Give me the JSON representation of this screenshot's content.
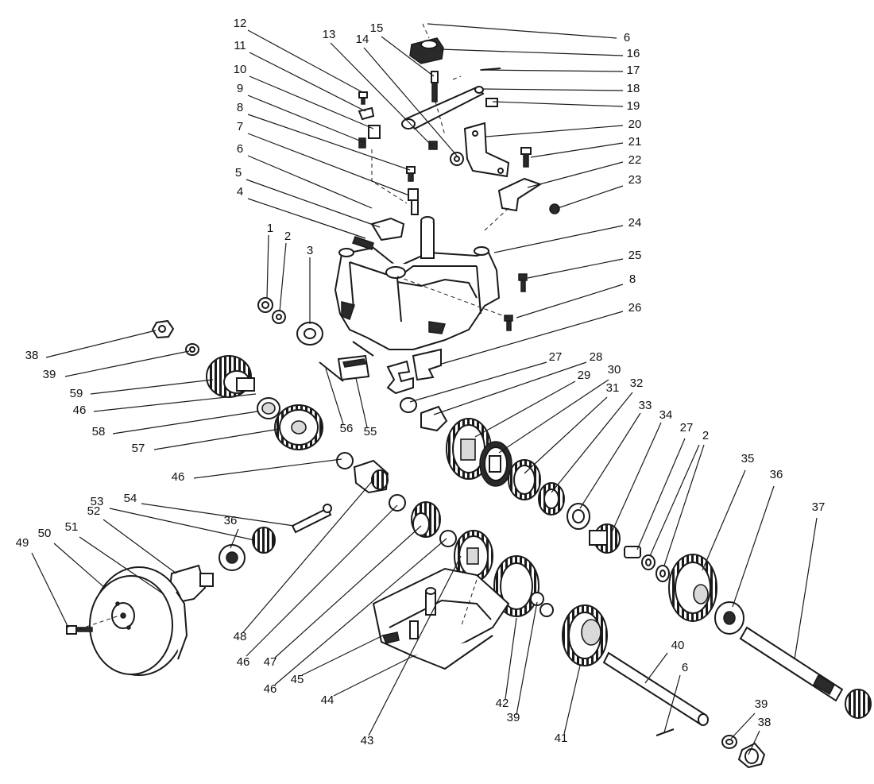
{
  "diagram": {
    "callouts": [
      "1",
      "2",
      "2",
      "3",
      "4",
      "5",
      "6",
      "6",
      "6",
      "7",
      "8",
      "8",
      "9",
      "10",
      "11",
      "12",
      "13",
      "14",
      "15",
      "16",
      "17",
      "18",
      "19",
      "20",
      "21",
      "22",
      "23",
      "24",
      "25",
      "26",
      "27",
      "27",
      "28",
      "29",
      "30",
      "31",
      "32",
      "33",
      "34",
      "35",
      "36",
      "36",
      "37",
      "38",
      "38",
      "39",
      "39",
      "39",
      "40",
      "41",
      "42",
      "43",
      "44",
      "45",
      "46",
      "46",
      "46",
      "46",
      "47",
      "48",
      "49",
      "50",
      "51",
      "52",
      "53",
      "54",
      "55",
      "56",
      "57",
      "58",
      "59"
    ]
  },
  "colors": {
    "ink": "#1a1a1a",
    "paper": "#ffffff"
  }
}
